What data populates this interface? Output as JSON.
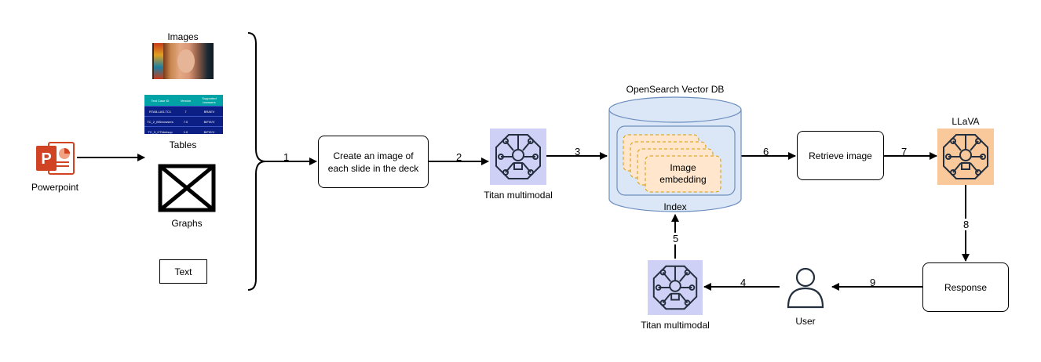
{
  "colors": {
    "stroke": "#000000",
    "titan_fill": "#cfd0f5",
    "llava_fill": "#f9c89b",
    "db_fill": "#dbe7f6",
    "db_stroke": "#6c8ebf",
    "embedding_fill": "#ffe6cc",
    "embedding_stroke": "#d79b00",
    "ppt_orange": "#d04423"
  },
  "inputs": {
    "images_label": "Images",
    "tables_label": "Tables",
    "graphs_label": "Graphs",
    "text_label": "Text",
    "powerpoint_label": "Powerpoint"
  },
  "nodes": {
    "create_image": "Create an image of each slide in the deck",
    "titan_top": "Titan multimodal",
    "titan_bottom": "Titan multimodal",
    "db_title": "OpenSearch Vector DB",
    "index_label": "Index",
    "embedding_label": "Image embedding",
    "retrieve": "Retrieve image",
    "llava": "LLaVA",
    "response": "Response",
    "user": "User"
  },
  "table_thumbnail": {
    "header": [
      "Test Case ID",
      "Version",
      "Supported browsers"
    ],
    "rows": [
      [
        "RTAB-LAS-TC1",
        "7",
        "BRAEV"
      ],
      [
        "TC_2_BSbrowsers",
        "7.0",
        "B/F/E/V"
      ],
      [
        "TC_3_CThtmlsup",
        "1.0",
        "B/F/E/V"
      ]
    ]
  },
  "steps": {
    "s1": "1",
    "s2": "2",
    "s3": "3",
    "s4": "4",
    "s5": "5",
    "s6": "6",
    "s7": "7",
    "s8": "8",
    "s9": "9"
  },
  "icons": {
    "powerpoint": "powerpoint-icon",
    "photo": "portrait-photo",
    "graph": "graph-placeholder-icon",
    "brain": "neural-network-icon",
    "user": "user-icon"
  }
}
